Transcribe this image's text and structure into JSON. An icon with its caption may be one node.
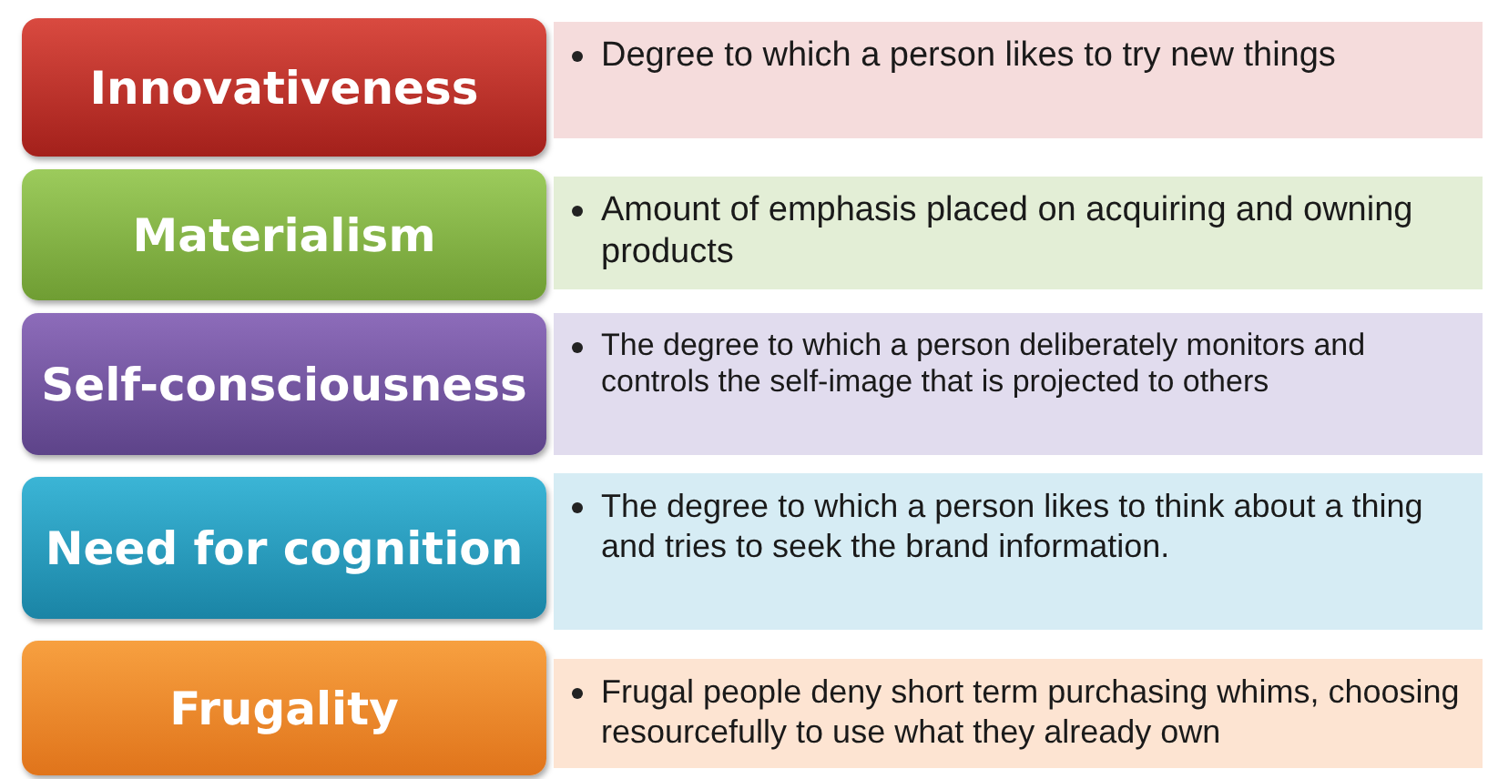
{
  "diagram": {
    "nodes": [
      {
        "text": [
          "Innovativeness"
        ]
      },
      {
        "text": [
          "Degree to which a person likes to try new things"
        ]
      },
      {
        "text": [
          "Materialism"
        ]
      },
      {
        "text": [
          "Amount of emphasis placed on acquiring and owning products"
        ]
      },
      {
        "text": [
          "Self-consciousness"
        ]
      },
      {
        "text": [
          "The degree to which a person deliberately monitors and controls the self-image that is projected to others"
        ]
      },
      {
        "text": [
          "Need for cognition"
        ]
      },
      {
        "text": [
          "The degree to which a person likes to think about a thing and tries to seek the brand information."
        ]
      },
      {
        "text": [
          "Frugality"
        ]
      },
      {
        "text": [
          "Frugal people deny short term purchasing whims, choosing resourcefully to use what they already own"
        ]
      }
    ]
  }
}
